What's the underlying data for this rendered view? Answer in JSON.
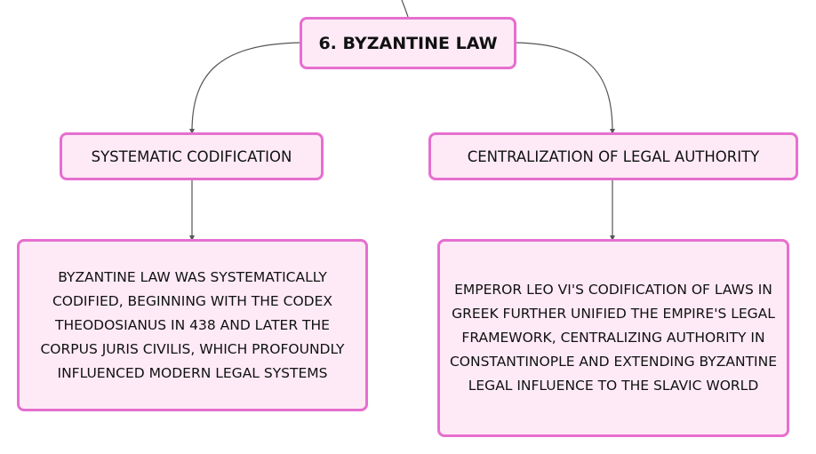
{
  "colors": {
    "node_border": "#e66fcf",
    "node_fill": "#fdeaf6",
    "connector": "#555555"
  },
  "root": {
    "label": "6. BYZANTINE LAW"
  },
  "branches": [
    {
      "label": "SYSTEMATIC CODIFICATION",
      "detail": "BYZANTINE LAW WAS SYSTEMATICALLY CODIFIED, BEGINNING WITH THE CODEX THEODOSIANUS IN 438 AND LATER THE CORPUS JURIS CIVILIS, WHICH PROFOUNDLY INFLUENCED MODERN LEGAL SYSTEMS"
    },
    {
      "label": "CENTRALIZATION OF LEGAL AUTHORITY",
      "detail": "EMPEROR LEO VI'S CODIFICATION OF LAWS IN GREEK FURTHER UNIFIED THE EMPIRE'S LEGAL FRAMEWORK, CENTRALIZING AUTHORITY IN CONSTANTINOPLE AND EXTENDING BYZANTINE LEGAL INFLUENCE TO THE SLAVIC WORLD"
    }
  ]
}
